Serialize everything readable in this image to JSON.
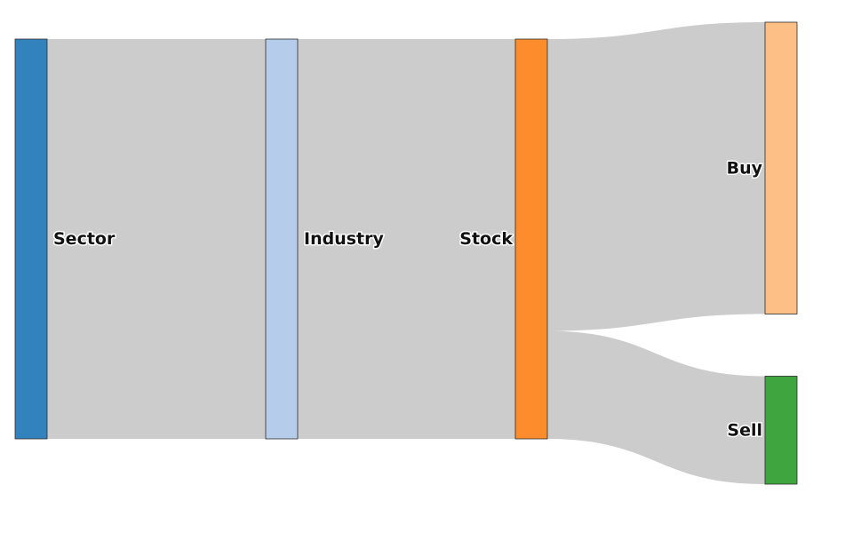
{
  "chart_data": {
    "type": "sankey",
    "nodes": [
      {
        "id": "sector",
        "label": "Sector",
        "color": "#3282bd",
        "column": 0
      },
      {
        "id": "industry",
        "label": "Industry",
        "color": "#b5cdeb",
        "column": 1
      },
      {
        "id": "stock",
        "label": "Stock",
        "color": "#fd8d2c",
        "column": 2
      },
      {
        "id": "buy",
        "label": "Buy",
        "color": "#fdbf86",
        "column": 3
      },
      {
        "id": "sell",
        "label": "Sell",
        "color": "#3fa53f",
        "column": 3
      }
    ],
    "links": [
      {
        "source": "sector",
        "target": "industry",
        "value": 100
      },
      {
        "source": "industry",
        "target": "stock",
        "value": 100
      },
      {
        "source": "stock",
        "target": "buy",
        "value": 73
      },
      {
        "source": "stock",
        "target": "sell",
        "value": 27
      }
    ],
    "link_color": "#cccccc"
  }
}
